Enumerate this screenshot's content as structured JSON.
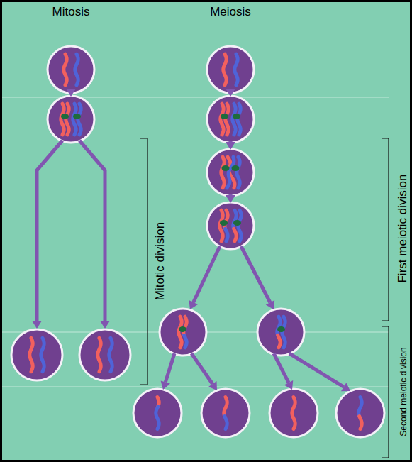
{
  "diagram": {
    "labels": [
      "Mitosis",
      "Meiosis",
      "Mitotic division",
      "First meiotic division",
      "Second meiotic division"
    ]
  }
}
